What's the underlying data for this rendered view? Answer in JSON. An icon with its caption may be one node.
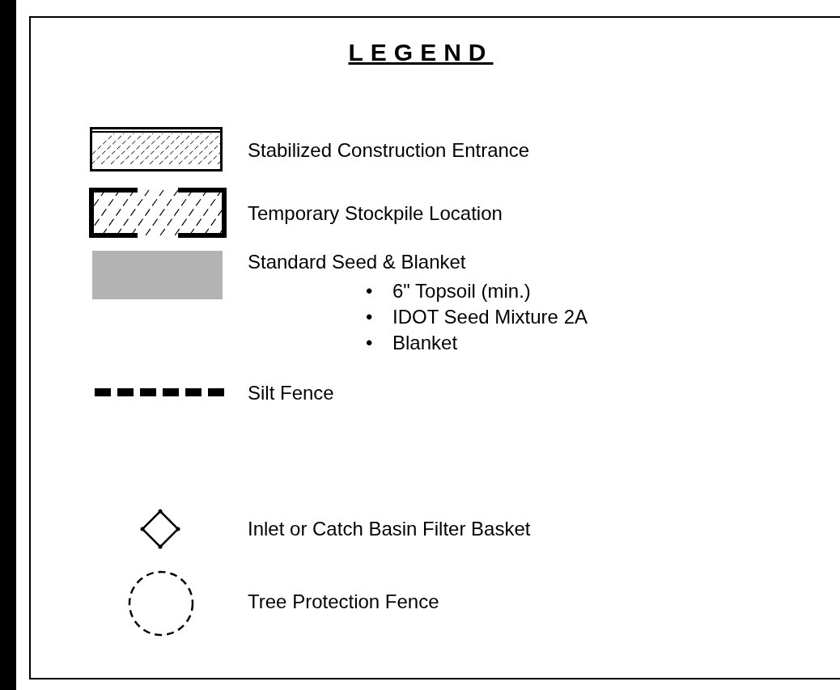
{
  "diagram": {
    "title": "LEGEND",
    "legend": [
      {
        "text": "Stabilized Construction Entrance"
      },
      {
        "text": "Temporary Stockpile Location"
      },
      {
        "text": "Standard Seed & Blanket",
        "color": "#b3b3b3"
      },
      {
        "text": "Silt Fence"
      },
      {
        "text": "Inlet or Catch Basin Filter Basket"
      },
      {
        "text": "Tree Protection Fence"
      }
    ],
    "labels": [
      "•",
      "6\" Topsoil (min.)",
      "•",
      "IDOT Seed Mixture 2A",
      "•",
      "Blanket"
    ]
  }
}
